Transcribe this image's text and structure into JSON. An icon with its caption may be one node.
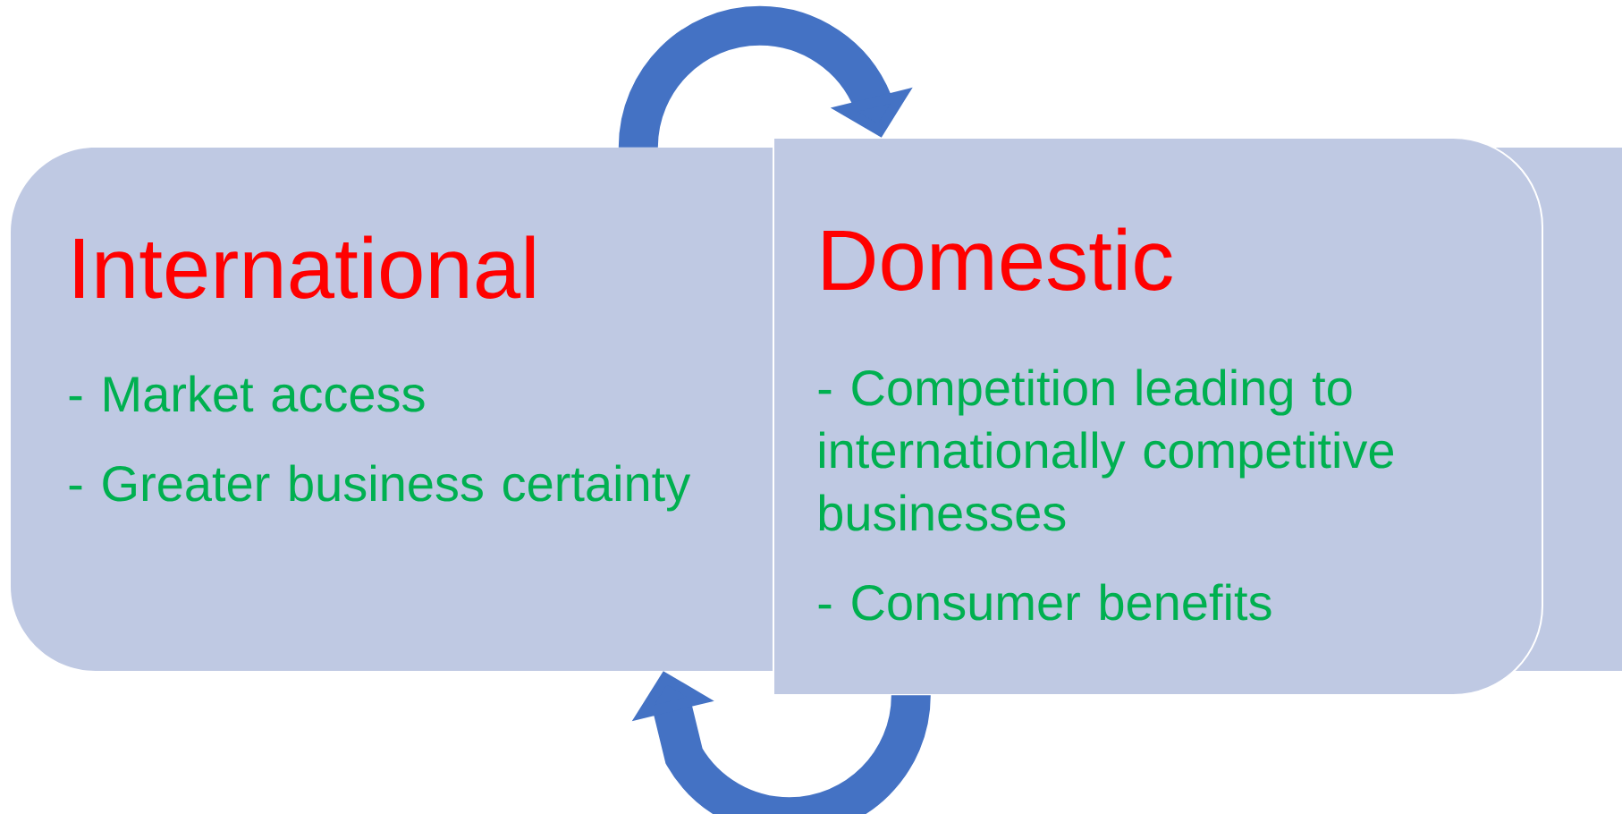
{
  "diagram": {
    "nodes": [
      {
        "text": [
          "International",
          "- Market access",
          "- Greater business certainty"
        ]
      },
      {
        "text": [
          "Domestic",
          "- Competition leading to internationally competitive businesses",
          "- Consumer benefits"
        ]
      }
    ],
    "edges": [
      {
        "from": 0,
        "to": 1,
        "arrow": "to"
      },
      {
        "from": 1,
        "to": 0,
        "arrow": "to"
      }
    ]
  }
}
